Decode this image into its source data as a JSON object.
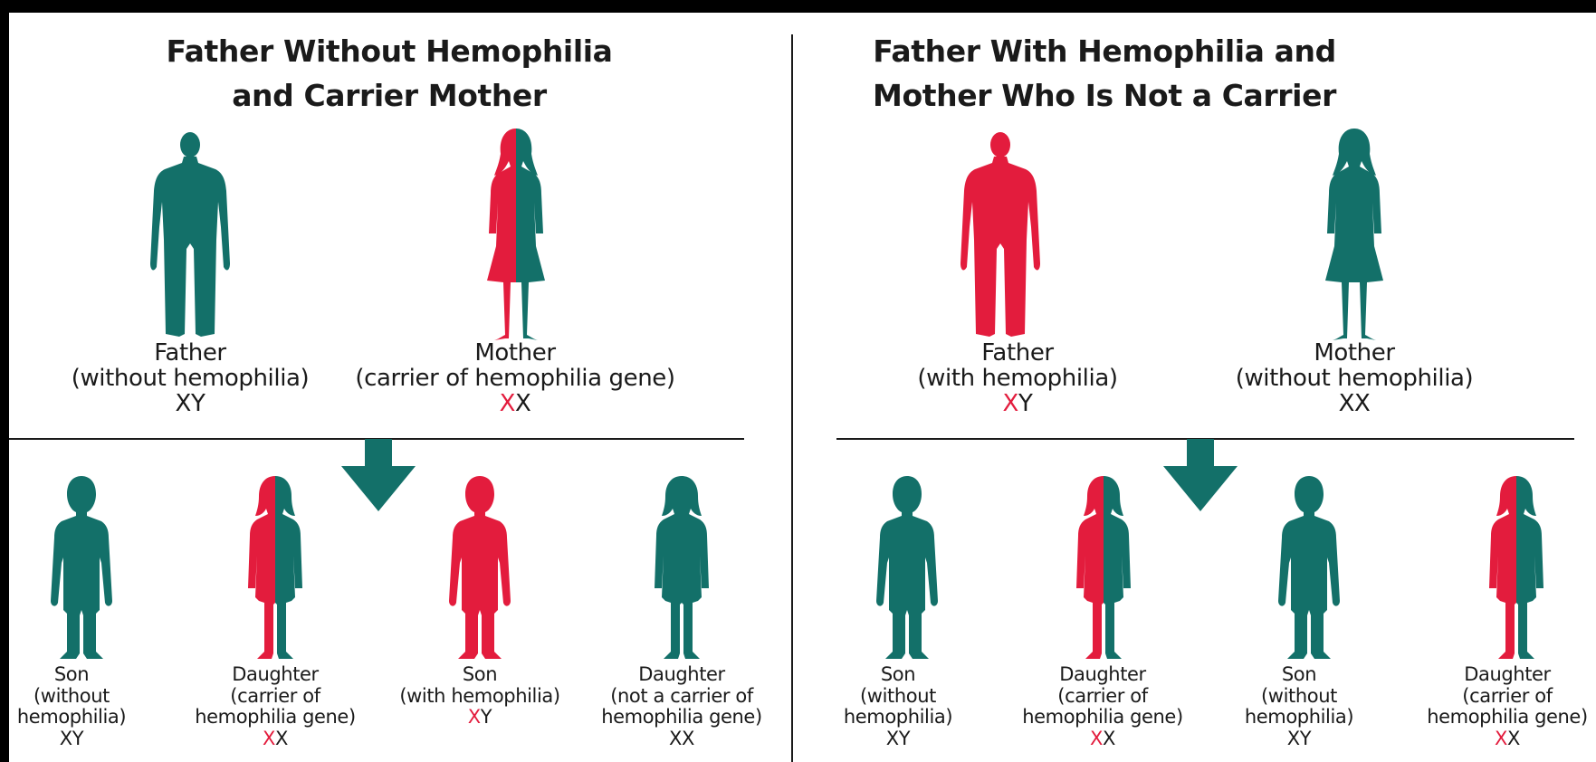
{
  "colors": {
    "affected": "#e31c3d",
    "unaffected": "#137069",
    "text": "#1a1a1a"
  },
  "panels": [
    {
      "title_line1": "Father Without Hemophilia",
      "title_line2": "and Carrier Mother",
      "parents": [
        {
          "role": "Father",
          "desc": "(without hemophilia)",
          "geno1": "X",
          "geno2": "Y",
          "geno1_affected": false,
          "figure": "man-figure-icon",
          "fill": "solid-teal"
        },
        {
          "role": "Mother",
          "desc": "(carrier of hemophilia gene)",
          "geno1": "X",
          "geno2": "X",
          "geno1_affected": true,
          "figure": "woman-figure-icon",
          "fill": "half-red-half-teal"
        }
      ],
      "children": [
        {
          "line1": "Son",
          "line2": "(without",
          "line3": "hemophilia)",
          "geno1": "X",
          "geno2": "Y",
          "geno1_affected": false,
          "figure": "boy-figure-icon",
          "fill": "solid-teal"
        },
        {
          "line1": "Daughter",
          "line2": "(carrier of",
          "line3": "hemophilia gene)",
          "geno1": "X",
          "geno2": "X",
          "geno1_affected": true,
          "figure": "girl-figure-icon",
          "fill": "half-red-half-teal"
        },
        {
          "line1": "Son",
          "line2": "(with hemophilia)",
          "line3": "",
          "geno1": "X",
          "geno2": "Y",
          "geno1_affected": true,
          "figure": "boy-figure-icon",
          "fill": "solid-red"
        },
        {
          "line1": "Daughter",
          "line2": "(not a carrier of",
          "line3": "hemophilia gene)",
          "geno1": "X",
          "geno2": "X",
          "geno1_affected": false,
          "figure": "girl-figure-icon",
          "fill": "solid-teal"
        }
      ]
    },
    {
      "title_line1": "Father With Hemophilia and",
      "title_line2": "Mother Who Is Not a Carrier",
      "parents": [
        {
          "role": "Father",
          "desc": "(with hemophilia)",
          "geno1": "X",
          "geno2": "Y",
          "geno1_affected": true,
          "figure": "man-figure-icon",
          "fill": "solid-red"
        },
        {
          "role": "Mother",
          "desc": "(without hemophilia)",
          "geno1": "X",
          "geno2": "X",
          "geno1_affected": false,
          "figure": "woman-figure-icon",
          "fill": "solid-teal"
        }
      ],
      "children": [
        {
          "line1": "Son",
          "line2": "(without",
          "line3": "hemophilia)",
          "geno1": "X",
          "geno2": "Y",
          "geno1_affected": false,
          "figure": "boy-figure-icon",
          "fill": "solid-teal"
        },
        {
          "line1": "Daughter",
          "line2": "(carrier of",
          "line3": "hemophilia gene)",
          "geno1": "X",
          "geno2": "X",
          "geno1_affected": true,
          "figure": "girl-figure-icon",
          "fill": "half-red-half-teal"
        },
        {
          "line1": "Son",
          "line2": "(without",
          "line3": "hemophilia)",
          "geno1": "X",
          "geno2": "Y",
          "geno1_affected": false,
          "figure": "boy-figure-icon",
          "fill": "solid-teal"
        },
        {
          "line1": "Daughter",
          "line2": "(carrier of",
          "line3": "hemophilia gene)",
          "geno1": "X",
          "geno2": "X",
          "geno1_affected": true,
          "figure": "girl-figure-icon",
          "fill": "half-red-half-teal"
        }
      ]
    }
  ]
}
